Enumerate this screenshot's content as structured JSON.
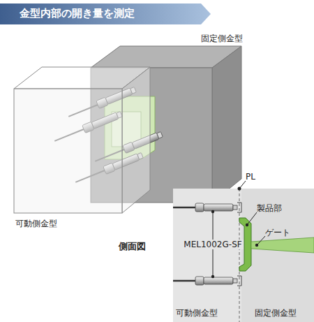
{
  "diagram": {
    "title": "金型内部の開き量を測定",
    "labels": [
      "固定側金型",
      "可動側金型",
      "側面図",
      "PL",
      "製品部",
      "ゲート",
      "MEL1002G-SF",
      "可動側金型",
      "固定側金型"
    ]
  }
}
